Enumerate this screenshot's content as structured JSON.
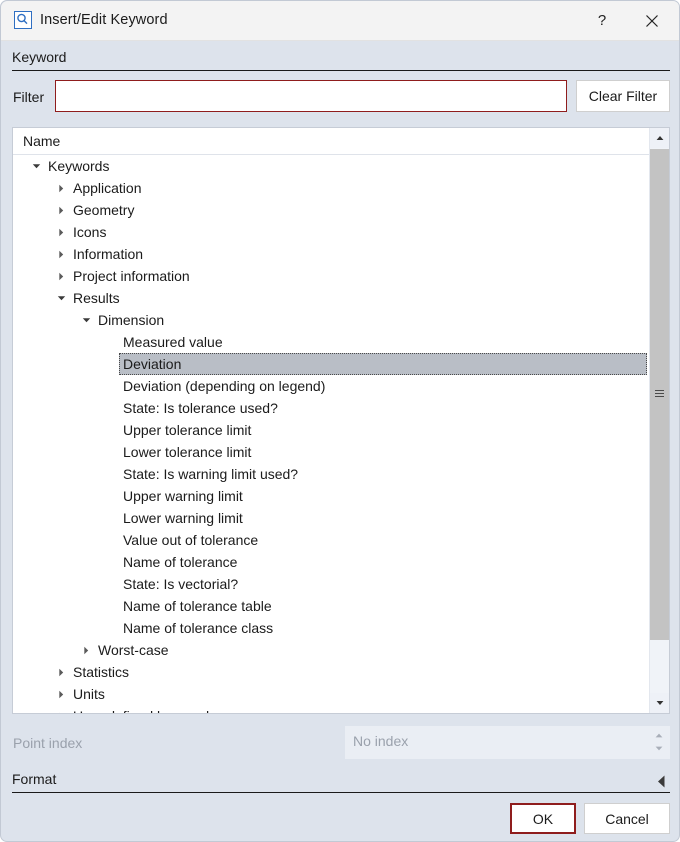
{
  "window": {
    "title": "Insert/Edit Keyword",
    "icon": "keyword-search-icon",
    "help_label": "?",
    "close_label": "✕"
  },
  "keyword_group": {
    "label": "Keyword"
  },
  "filter": {
    "label": "Filter",
    "value": "",
    "placeholder": "",
    "clear_button": "Clear Filter"
  },
  "tree": {
    "header": "Name",
    "selected": "Deviation",
    "rows": [
      {
        "label": "Keywords",
        "depth": 0,
        "twisty": "expanded"
      },
      {
        "label": "Application",
        "depth": 1,
        "twisty": "collapsed"
      },
      {
        "label": "Geometry",
        "depth": 1,
        "twisty": "collapsed"
      },
      {
        "label": "Icons",
        "depth": 1,
        "twisty": "collapsed"
      },
      {
        "label": "Information",
        "depth": 1,
        "twisty": "collapsed"
      },
      {
        "label": "Project information",
        "depth": 1,
        "twisty": "collapsed"
      },
      {
        "label": "Results",
        "depth": 1,
        "twisty": "expanded"
      },
      {
        "label": "Dimension",
        "depth": 2,
        "twisty": "expanded"
      },
      {
        "label": "Measured value",
        "depth": 3,
        "twisty": "none"
      },
      {
        "label": "Deviation",
        "depth": 3,
        "twisty": "none",
        "selected": true
      },
      {
        "label": "Deviation (depending on legend)",
        "depth": 3,
        "twisty": "none"
      },
      {
        "label": "State: Is tolerance used?",
        "depth": 3,
        "twisty": "none"
      },
      {
        "label": "Upper tolerance limit",
        "depth": 3,
        "twisty": "none"
      },
      {
        "label": "Lower tolerance limit",
        "depth": 3,
        "twisty": "none"
      },
      {
        "label": "State: Is warning limit used?",
        "depth": 3,
        "twisty": "none"
      },
      {
        "label": "Upper warning limit",
        "depth": 3,
        "twisty": "none"
      },
      {
        "label": "Lower warning limit",
        "depth": 3,
        "twisty": "none"
      },
      {
        "label": "Value out of tolerance",
        "depth": 3,
        "twisty": "none"
      },
      {
        "label": "Name of tolerance",
        "depth": 3,
        "twisty": "none"
      },
      {
        "label": "State: Is vectorial?",
        "depth": 3,
        "twisty": "none"
      },
      {
        "label": "Name of tolerance table",
        "depth": 3,
        "twisty": "none"
      },
      {
        "label": "Name of tolerance class",
        "depth": 3,
        "twisty": "none"
      },
      {
        "label": "Worst-case",
        "depth": 2,
        "twisty": "collapsed"
      },
      {
        "label": "Statistics",
        "depth": 1,
        "twisty": "collapsed"
      },
      {
        "label": "Units",
        "depth": 1,
        "twisty": "collapsed"
      },
      {
        "label": "User-defined keywords",
        "depth": 1,
        "twisty": "collapsed"
      }
    ]
  },
  "point_index": {
    "label": "Point index",
    "value": "No index",
    "disabled": true
  },
  "format_group": {
    "label": "Format",
    "state": "collapsed"
  },
  "footer": {
    "ok_label": "OK",
    "cancel_label": "Cancel"
  },
  "colors": {
    "dialog_bg": "#dde3ec",
    "titlebar_bg": "#f3f3f3",
    "accent_border": "#8f1d1d",
    "selection_bg": "#b9bec6",
    "disabled_text": "#9aa1ac"
  }
}
